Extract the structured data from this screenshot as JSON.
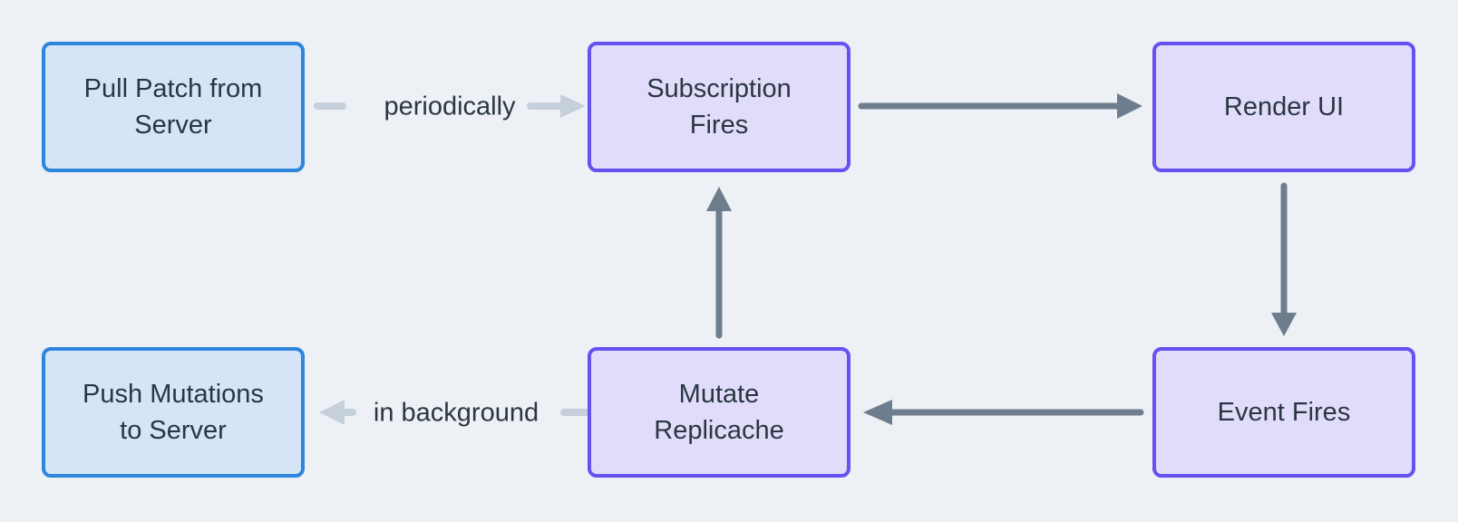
{
  "diagram": {
    "nodes": [
      {
        "id": "pull-patch",
        "label": "Pull Patch from Server",
        "kind": "server"
      },
      {
        "id": "subscription-fires",
        "label": "Subscription Fires",
        "kind": "client"
      },
      {
        "id": "render-ui",
        "label": "Render UI",
        "kind": "client"
      },
      {
        "id": "push-mutations",
        "label": "Push Mutations to Server",
        "kind": "server"
      },
      {
        "id": "mutate-replicache",
        "label": "Mutate Replicache",
        "kind": "client"
      },
      {
        "id": "event-fires",
        "label": "Event Fires",
        "kind": "client"
      }
    ],
    "edges": [
      {
        "from": "pull-patch",
        "to": "subscription-fires",
        "label": "periodically",
        "style": "light"
      },
      {
        "from": "subscription-fires",
        "to": "render-ui",
        "label": "",
        "style": "dark"
      },
      {
        "from": "render-ui",
        "to": "event-fires",
        "label": "",
        "style": "dark"
      },
      {
        "from": "event-fires",
        "to": "mutate-replicache",
        "label": "",
        "style": "dark"
      },
      {
        "from": "mutate-replicache",
        "to": "subscription-fires",
        "label": "",
        "style": "dark"
      },
      {
        "from": "mutate-replicache",
        "to": "push-mutations",
        "label": "in background",
        "style": "light"
      }
    ],
    "colors": {
      "background": "#edf1f5",
      "server_node_border": "#2e86db",
      "server_node_fill": "#d5e5f7",
      "client_node_border": "#6452f1",
      "client_node_fill": "#e1dcfa",
      "dark_arrow": "#6e7d8d",
      "light_arrow": "#c5d0db",
      "text": "#2a3642"
    }
  }
}
